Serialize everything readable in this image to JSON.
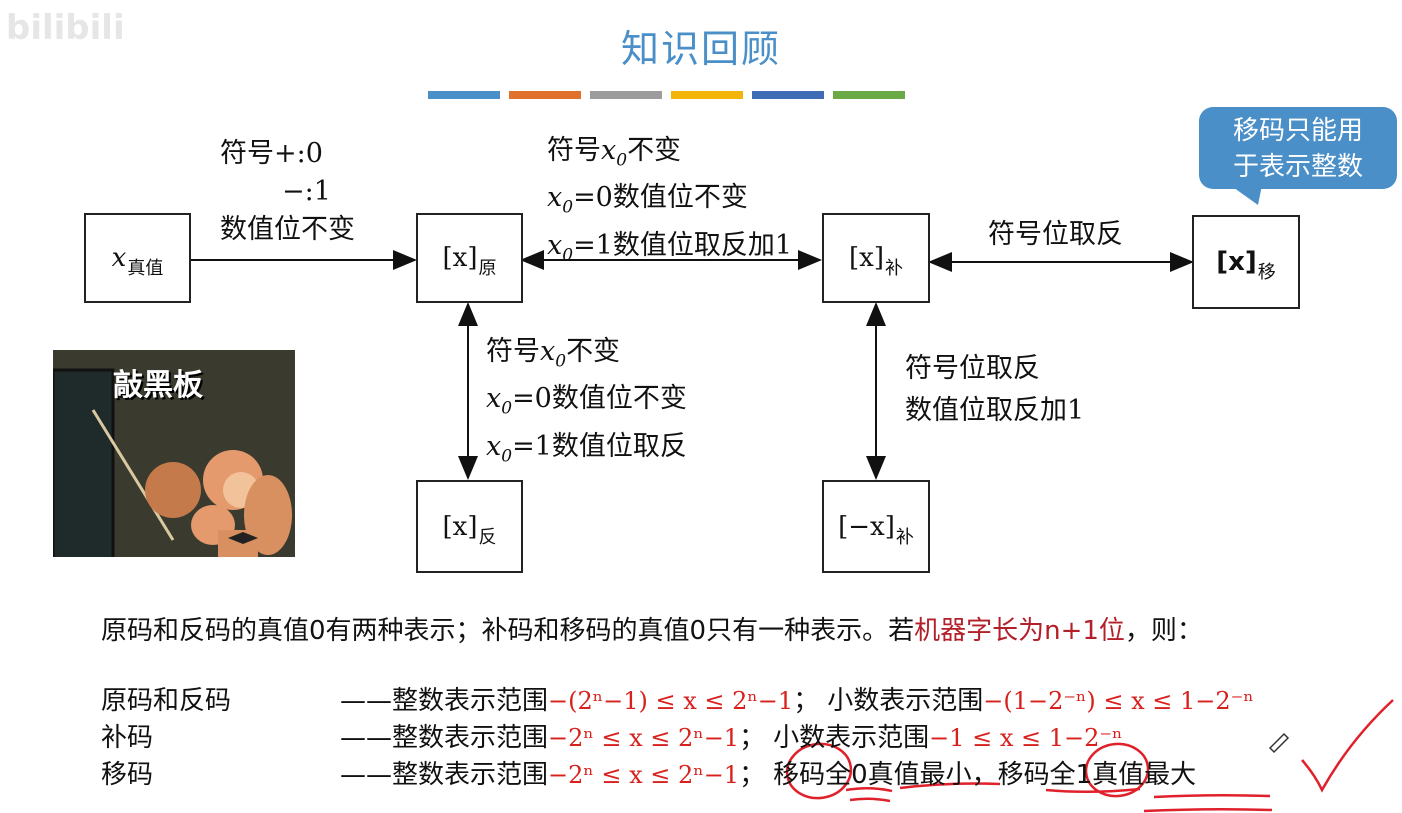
{
  "watermark": "bilibili",
  "title": "知识回顾",
  "color_bar": [
    "#4a8fc7",
    "#e0712d",
    "#9c9c9c",
    "#f3b40a",
    "#3e6db5",
    "#6aaa46"
  ],
  "bubble": {
    "line1": "移码只能用",
    "line2": "于表示整数"
  },
  "boxes": {
    "true_value": {
      "main": "x",
      "sub": "真值"
    },
    "sign_magnitude": {
      "main": "[x]",
      "sub": "原"
    },
    "ones_complement": {
      "main": "[x]",
      "sub": "反"
    },
    "twos_complement": {
      "main": "[x]",
      "sub": "补"
    },
    "neg_twos_complement": {
      "main": "[−x]",
      "sub": "补"
    },
    "biased": {
      "main": "[x]",
      "sub": "移"
    }
  },
  "edges": {
    "true_to_orig": {
      "l1": "符号+:0",
      "l2": "−:1",
      "l3": "数值位不变"
    },
    "orig_to_comp": {
      "l1a": "符号",
      "l1b": "不变",
      "l2": "=0数值位不变",
      "l3": "=1数值位取反加1"
    },
    "orig_to_ones": {
      "l1a": "符号",
      "l1b": "不变",
      "l2": "=0数值位不变",
      "l3": "=1数值位取反"
    },
    "comp_to_biased": {
      "l1": "符号位取反"
    },
    "comp_to_neg": {
      "l1": "符号位取反",
      "l2": "数值位取反加1"
    }
  },
  "meme": {
    "caption": "敲黑板"
  },
  "summary": {
    "part1": "原码和反码的真值0有两种表示；补码和移码的真值0只有一种表示。若",
    "highlight": "机器字长为n+1位",
    "part2": "，则："
  },
  "ranges": [
    {
      "name": "原码和反码",
      "dash": "——整数表示范围",
      "int_range": "−(2ⁿ−1) ≤ x ≤ 2ⁿ−1",
      "sep": "；",
      "frac_label": "小数表示范围",
      "frac_range": "−(1−2⁻ⁿ) ≤ x ≤ 1−2⁻ⁿ"
    },
    {
      "name": "补码",
      "dash": "——整数表示范围",
      "int_range": "−2ⁿ ≤ x ≤ 2ⁿ−1",
      "sep": "；",
      "frac_label": "小数表示范围",
      "frac_range": "−1 ≤ x ≤ 1−2⁻ⁿ"
    },
    {
      "name": "移码",
      "dash": "——整数表示范围",
      "int_range": "−2ⁿ ≤ x ≤ 2ⁿ−1",
      "sep": "；",
      "note": "移码全0真值最小，移码全1真值最大"
    }
  ]
}
